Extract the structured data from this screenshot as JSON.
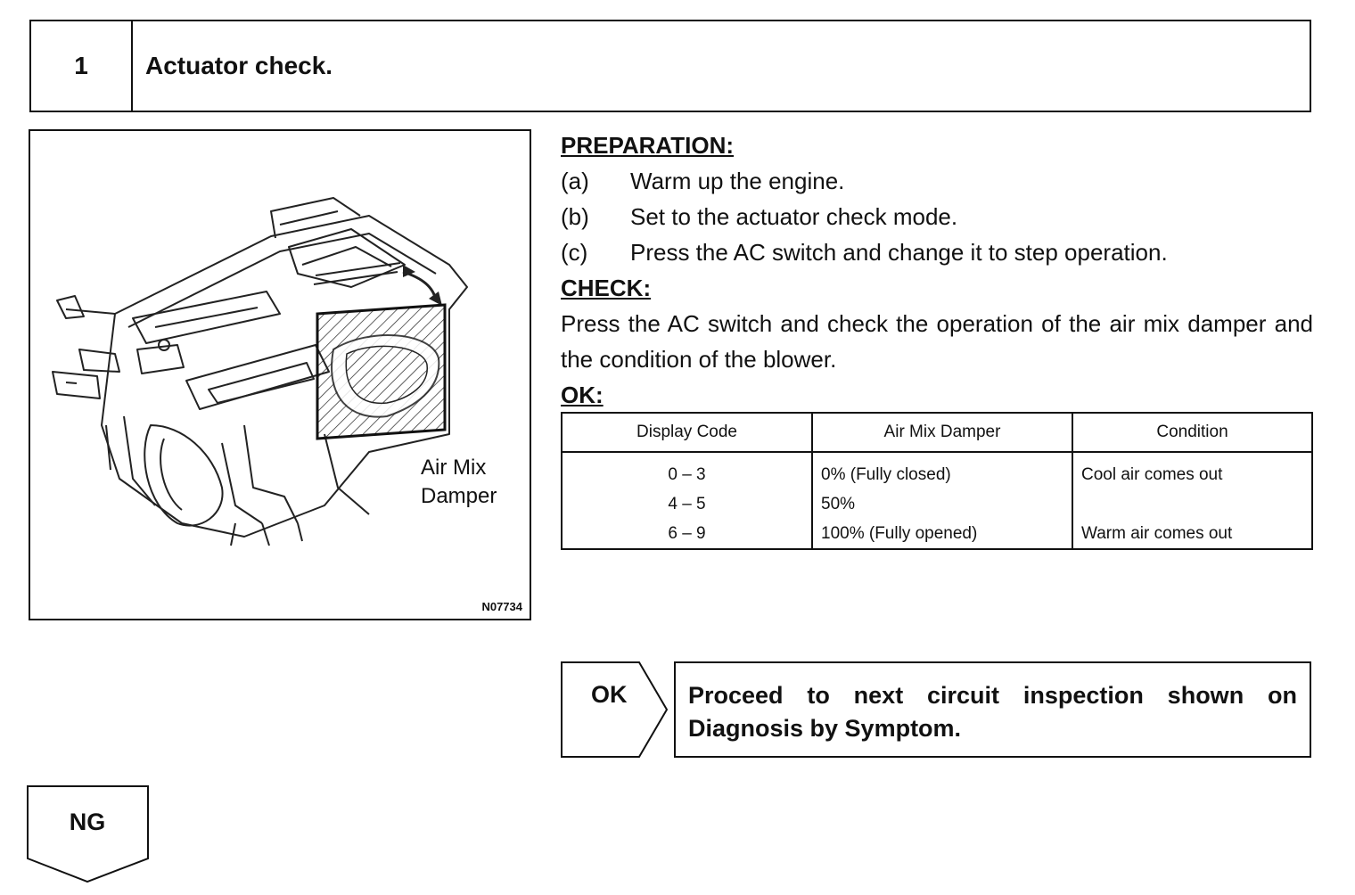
{
  "step": {
    "number": "1",
    "title": "Actuator check."
  },
  "figure": {
    "label_line1": "Air Mix",
    "label_line2": "Damper",
    "code": "N07734"
  },
  "preparation": {
    "heading": "PREPARATION:",
    "items": [
      {
        "letter": "(a)",
        "text": "Warm up the engine."
      },
      {
        "letter": "(b)",
        "text": "Set to the actuator check mode."
      },
      {
        "letter": "(c)",
        "text": "Press the AC switch and change it to step operation."
      }
    ]
  },
  "check": {
    "heading": "CHECK:",
    "text": "Press the AC switch and check the operation of the air mix damper and the condition of the blower."
  },
  "ok": {
    "heading": "OK:",
    "table": {
      "headers": [
        "Display Code",
        "Air Mix Damper",
        "Condition"
      ],
      "rows": [
        [
          "0 – 3",
          "0% (Fully closed)",
          "Cool air comes out"
        ],
        [
          "4 – 5",
          "50%",
          ""
        ],
        [
          "6 – 9",
          "100% (Fully opened)",
          "Warm air comes out"
        ]
      ]
    }
  },
  "result_ok": {
    "tag": "OK",
    "text": "Proceed to next circuit inspection shown on Diagnosis by Symptom."
  },
  "result_ng": {
    "tag": "NG"
  }
}
